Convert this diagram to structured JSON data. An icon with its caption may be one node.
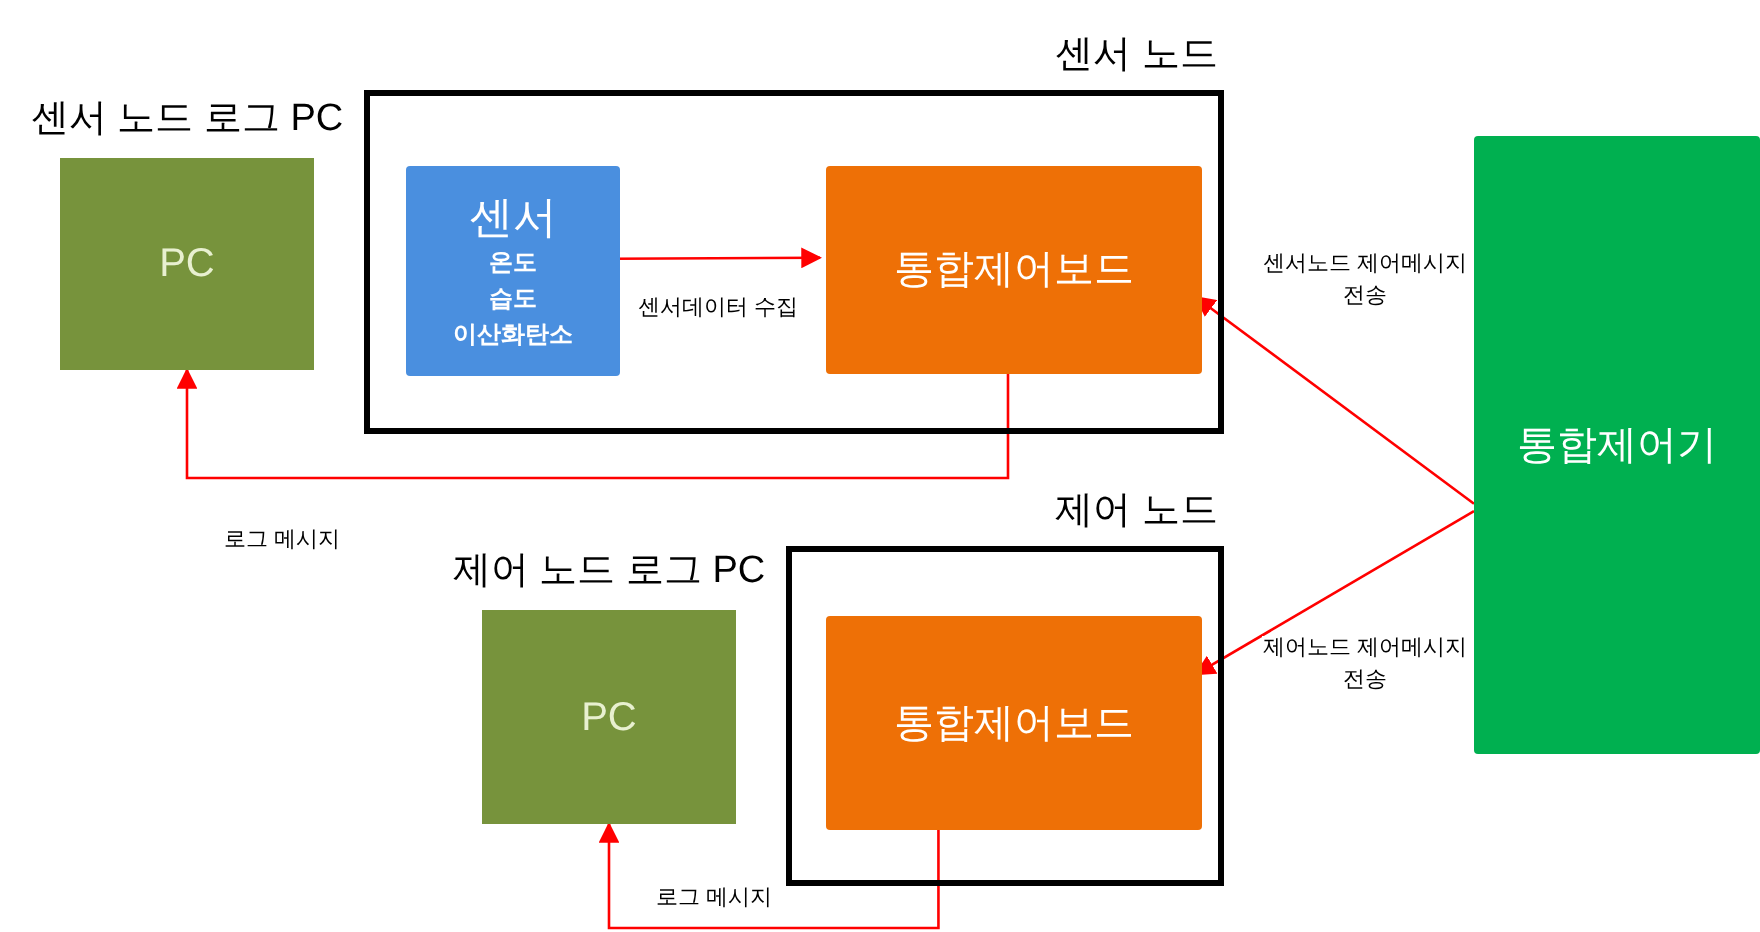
{
  "diagram": {
    "nodes": [
      {
        "text": [
          "센서 노드"
        ]
      },
      {
        "text": [
          "센서 노드 로그 PC",
          "PC"
        ]
      },
      {
        "text": [
          "센서",
          "온도",
          "습도",
          "이산화탄소"
        ],
        "in": 0
      },
      {
        "text": [
          "통합제어보드"
        ],
        "in": 0
      },
      {
        "text": [
          "제어 노드"
        ]
      },
      {
        "text": [
          "제어 노드 로그 PC",
          "PC"
        ]
      },
      {
        "text": [
          "통합제어보드"
        ],
        "in": 4
      },
      {
        "text": [
          "통합제어기"
        ]
      }
    ],
    "edges": [
      {
        "from": 2,
        "to": 3,
        "arrow": "to",
        "label": "센서데이터 수집"
      },
      {
        "from": 3,
        "to": 1,
        "arrow": "to",
        "label": "로그 메시지"
      },
      {
        "from": 7,
        "to": 3,
        "arrow": "to",
        "label": "센서노드 제어메시지 전송"
      },
      {
        "from": 7,
        "to": 6,
        "arrow": "to",
        "label": "제어노드 제어메시지 전송"
      },
      {
        "from": 6,
        "to": 5,
        "arrow": "to",
        "label": "로그 메시지"
      }
    ]
  }
}
